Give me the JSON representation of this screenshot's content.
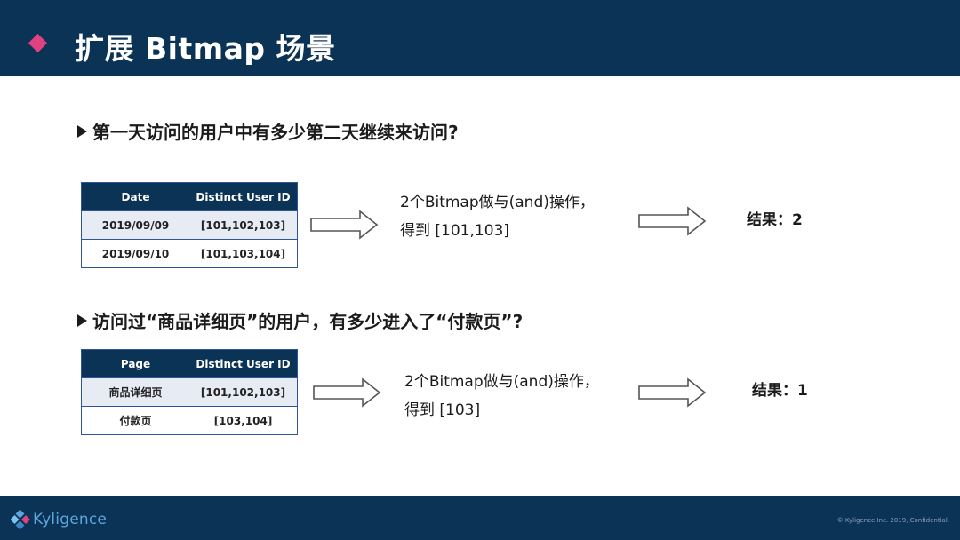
{
  "header": {
    "title": "扩展 Bitmap 场景"
  },
  "section1": {
    "question": "第一天访问的用户中有多少第二天继续来访问?",
    "table": {
      "headers": [
        "Date",
        "Distinct User ID"
      ],
      "rows": [
        [
          "2019/09/09",
          "[101,102,103]"
        ],
        [
          "2019/09/10",
          "[101,103,104]"
        ]
      ]
    },
    "operation_line1": "2个Bitmap做与(and)操作，",
    "operation_line2": "得到 [101,103]",
    "result": "结果：2"
  },
  "section2": {
    "question": "访问过“商品详细页”的用户，有多少进入了“付款页”?",
    "table": {
      "headers": [
        "Page",
        "Distinct User ID"
      ],
      "rows": [
        [
          "商品详细页",
          "[101,102,103]"
        ],
        [
          "付款页",
          "[103,104]"
        ]
      ]
    },
    "operation_line1": "2个Bitmap做与(and)操作，",
    "operation_line2": "得到 [103]",
    "result": "结果：1"
  },
  "footer": {
    "logo_text": "Kyligence",
    "copyright": "© Kyligence Inc. 2019, Confidential."
  },
  "colors": {
    "navy": "#0b3356",
    "accent_pink": "#e0417f",
    "table_border": "#2f5597",
    "row_shade": "#e7ebf4",
    "logo_blue": "#5aa6dd"
  }
}
